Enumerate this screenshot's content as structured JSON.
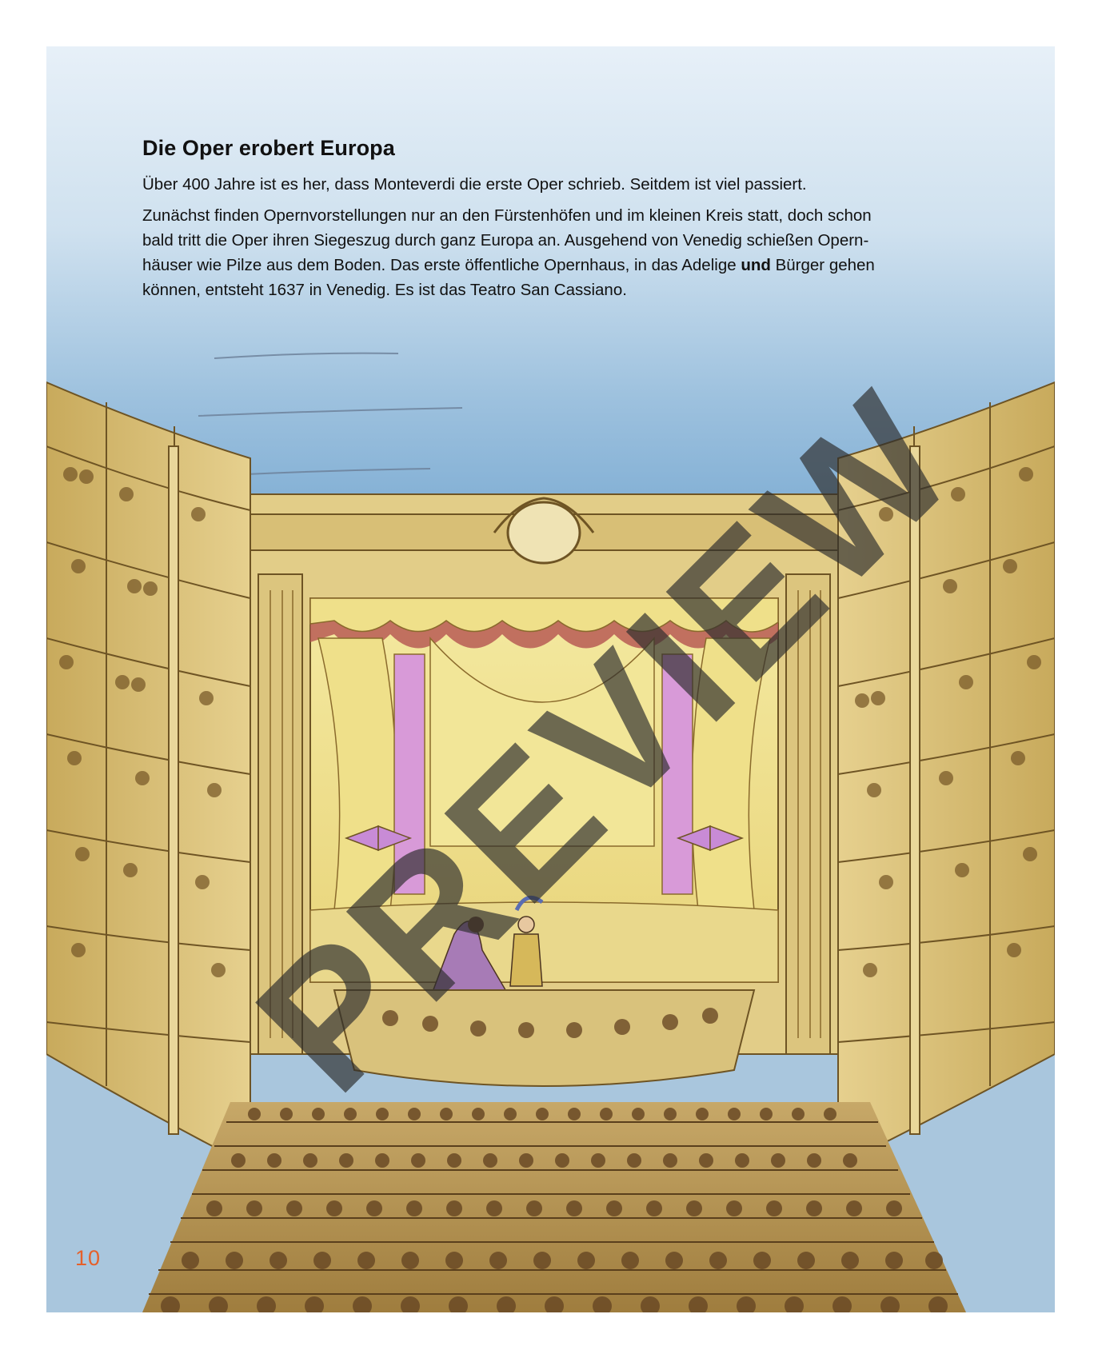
{
  "document": {
    "heading": "Die Oper erobert Europa",
    "intro": "Über 400 Jahre ist es her, dass Monteverdi die erste Oper schrieb. Seitdem ist viel passiert.",
    "paragraph_lines": [
      "Zunächst finden Opernvorstellungen nur an den Fürstenhöfen und im kleinen Kreis statt, doch schon",
      "bald tritt die Oper ihren Siegeszug durch ganz Europa an. Ausgehend von Venedig schießen Opern-",
      "häuser wie Pilze aus dem Boden. Das erste öffentliche Opernhaus, in das Adelige ",
      "und",
      " Bürger gehen",
      "können, entsteht 1637 in Venedig. Es ist das Teatro San Cassiano."
    ],
    "page_number": "10"
  },
  "watermark": {
    "text": "PREVIEW"
  },
  "colors": {
    "sky": "#9dc1de",
    "wood": "#d8c07a",
    "wood_dark": "#8a6a2c",
    "curtain": "#efe08a",
    "pink": "#d89ad8",
    "red": "#b75a55",
    "page_number": "#e5602a"
  }
}
